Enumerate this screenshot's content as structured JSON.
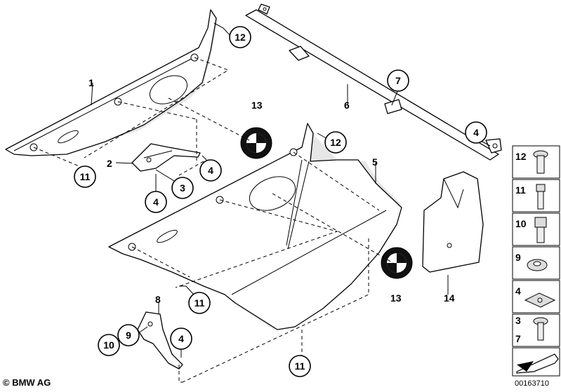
{
  "diagram": {
    "callouts": {
      "c1": "1",
      "c2": "2",
      "c3": "3",
      "c4a": "4",
      "c4b": "4",
      "c4c": "4",
      "c4d": "4",
      "c5": "5",
      "c6": "6",
      "c7": "7",
      "c8": "8",
      "c9": "9",
      "c10": "10",
      "c11a": "11",
      "c11b": "11",
      "c11c": "11",
      "c12a": "12",
      "c12b": "12",
      "c13a": "13",
      "c13b": "13",
      "c14": "14"
    },
    "sidebar": [
      "12",
      "11",
      "10",
      "9",
      "4",
      "3",
      "7"
    ],
    "copyright": "© BMW AG",
    "doc_number": "00163710"
  }
}
